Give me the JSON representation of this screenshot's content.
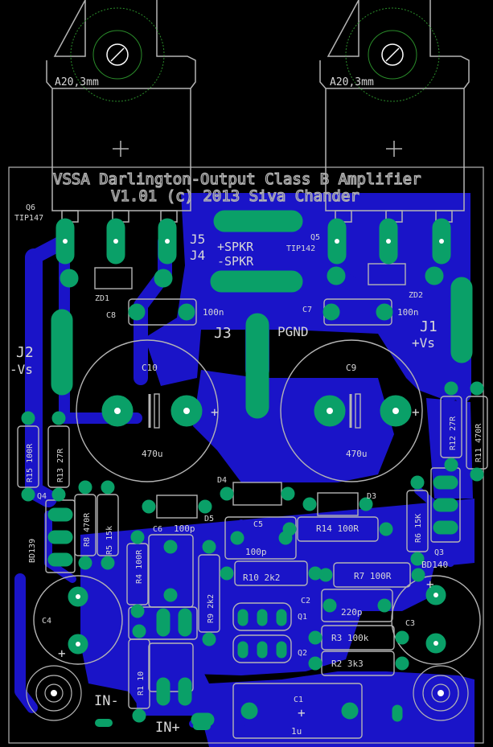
{
  "title_line1": "VSSA Darlington-Output Class B Amplifier",
  "title_line2": "V1.01 (c) 2013 Siva Chander",
  "colors": {
    "background": "#000000",
    "copper": "#1a14c8",
    "pad": "#0aa068",
    "silk": "#d8d8d8",
    "outline": "#b4b4b4"
  },
  "heatsinks": [
    {
      "label": "A20,3mm"
    },
    {
      "label": "A20,3mm"
    }
  ],
  "parts": {
    "q6": "Q6",
    "q6_type": "TIP147",
    "q5": "Q5",
    "q5_type": "TIP142",
    "zd1": "ZD1",
    "zd2": "ZD2",
    "j5": "J5",
    "j5_func": "+SPKR",
    "j4": "J4",
    "j4_func": "-SPKR",
    "j3": "J3",
    "j3_func": "PGND",
    "j1": "J1",
    "j1_func": "+Vs",
    "j2": "J2",
    "j2_func": "-Vs",
    "c8": "C8",
    "c8_val": "100n",
    "c7": "C7",
    "c7_val": "100n",
    "c10": "C10",
    "c10_val": "470u",
    "c9": "C9",
    "c9_val": "470u",
    "r15": "R15",
    "r15_val": "100R",
    "r13": "R13",
    "r13_val": "27R",
    "r12": "R12",
    "r12_val": "27R",
    "r11": "R11",
    "r11_val": "470R",
    "q4": "Q4",
    "q4_type": "BD139",
    "q3": "Q3",
    "q3_type": "BD140",
    "r8": "R8",
    "r8_val": "470R",
    "r5": "R5",
    "r5_val": "15k",
    "r6": "R6",
    "r6_val": "15K",
    "c6": "C6",
    "c6_val": "100p",
    "c5": "C5",
    "c5_val": "100p",
    "d4": "D4",
    "d5": "D5",
    "d3": "D3",
    "r14": "R14",
    "r14_val": "100R",
    "r4": "R4",
    "r4_val": "100R",
    "r9": "R9",
    "r9_val": "2k2",
    "r10": "R10",
    "r10_val": "2k2",
    "r7": "R7",
    "r7_val": "100R",
    "c2": "C2",
    "c2_val": "220p",
    "q1": "Q1",
    "q2": "Q2",
    "r3": "R3",
    "r3_val": "100k",
    "r2": "R2",
    "r2_val": "3k3",
    "r1": "R1",
    "r1_val": "10",
    "c4": "C4",
    "c3": "C3",
    "c1": "C1",
    "c1_val": "1u",
    "in_minus": "IN-",
    "in_plus": "IN+",
    "plus_sign": "+"
  }
}
